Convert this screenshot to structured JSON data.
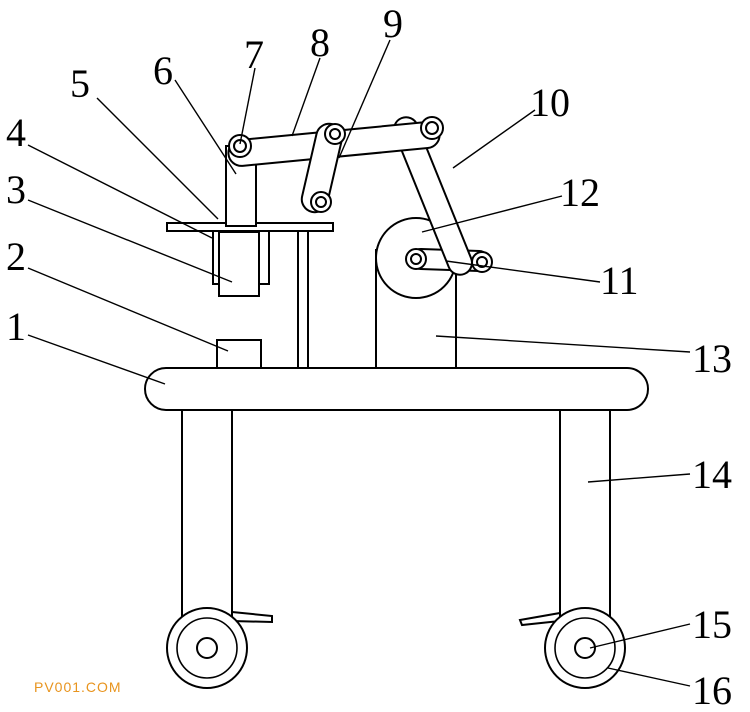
{
  "labels": {
    "l1": "1",
    "l2": "2",
    "l3": "3",
    "l4": "4",
    "l5": "5",
    "l6": "6",
    "l7": "7",
    "l8": "8",
    "l9": "9",
    "l10": "10",
    "l11": "11",
    "l12": "12",
    "l13": "13",
    "l14": "14",
    "l15": "15",
    "l16": "16"
  },
  "watermark": "PV001.COM"
}
